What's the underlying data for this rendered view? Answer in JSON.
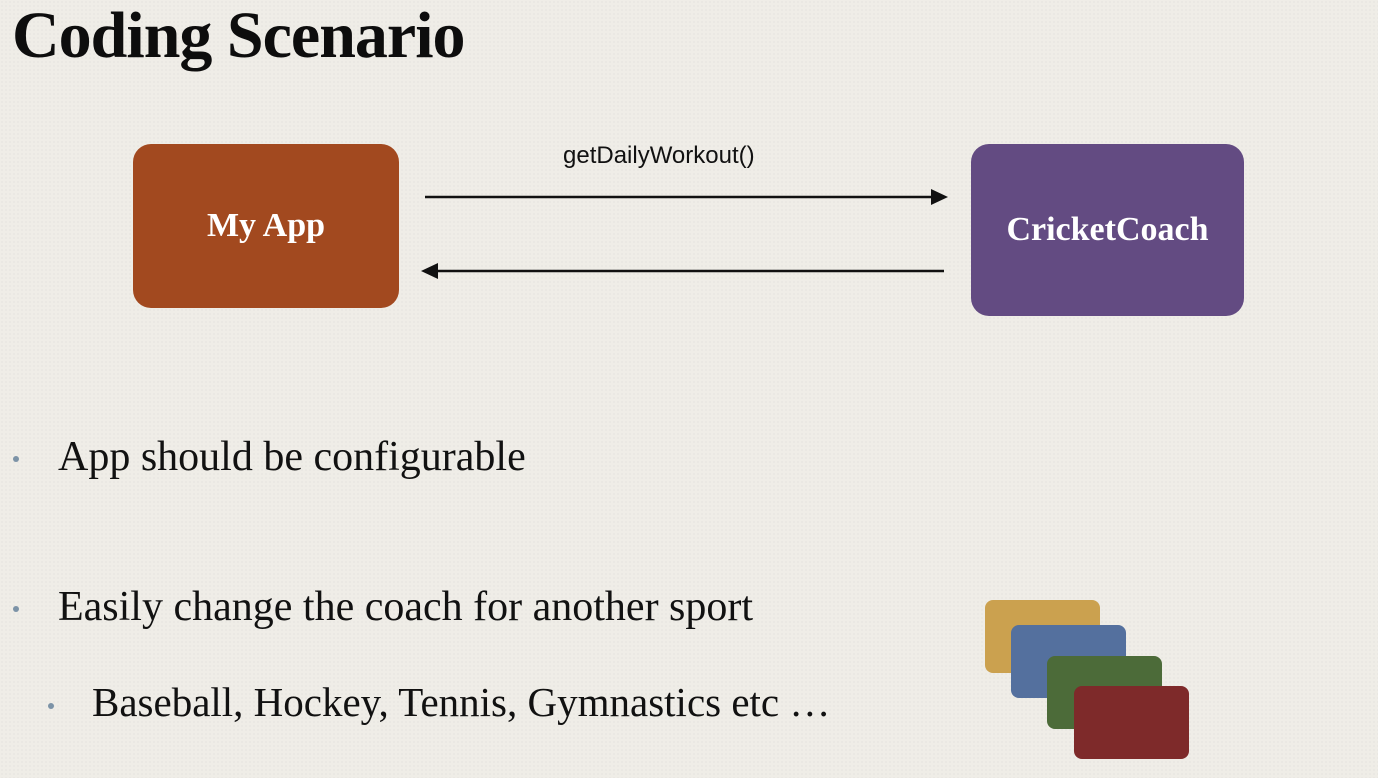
{
  "slide": {
    "title": "Coding Scenario"
  },
  "diagram": {
    "left_box_label": "My App",
    "right_box_label": "CricketCoach",
    "call_label": "getDailyWorkout()",
    "colors": {
      "app": "#a2491f",
      "coach": "#634b82"
    }
  },
  "bullets": [
    {
      "text": "App should be configurable",
      "level": 1
    },
    {
      "text": "Easily change the coach for another sport",
      "level": 1
    },
    {
      "text": "Baseball, Hockey, Tennis, Gymnastics etc …",
      "level": 2
    }
  ],
  "cards": {
    "colors": [
      "#cba14f",
      "#54709e",
      "#4c6b39",
      "#7e2a2a"
    ]
  }
}
